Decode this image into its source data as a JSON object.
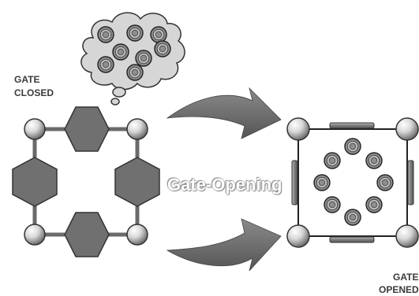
{
  "labels": {
    "gate_closed_line1": "GATE",
    "gate_closed_line2": "CLOSED",
    "process": "Gate-Opening",
    "gate_opened_line1": "GATE",
    "gate_opened_line2": "OPENED"
  },
  "colors": {
    "hexagon": "#6f6f6f",
    "node_light": "#eeeeee",
    "node_dark": "#6a6a6a",
    "arrow": "#6b6b6b",
    "cloud": "#cfcfcf",
    "guest": "#8c8c8c",
    "linker": "#8a8a8a"
  }
}
